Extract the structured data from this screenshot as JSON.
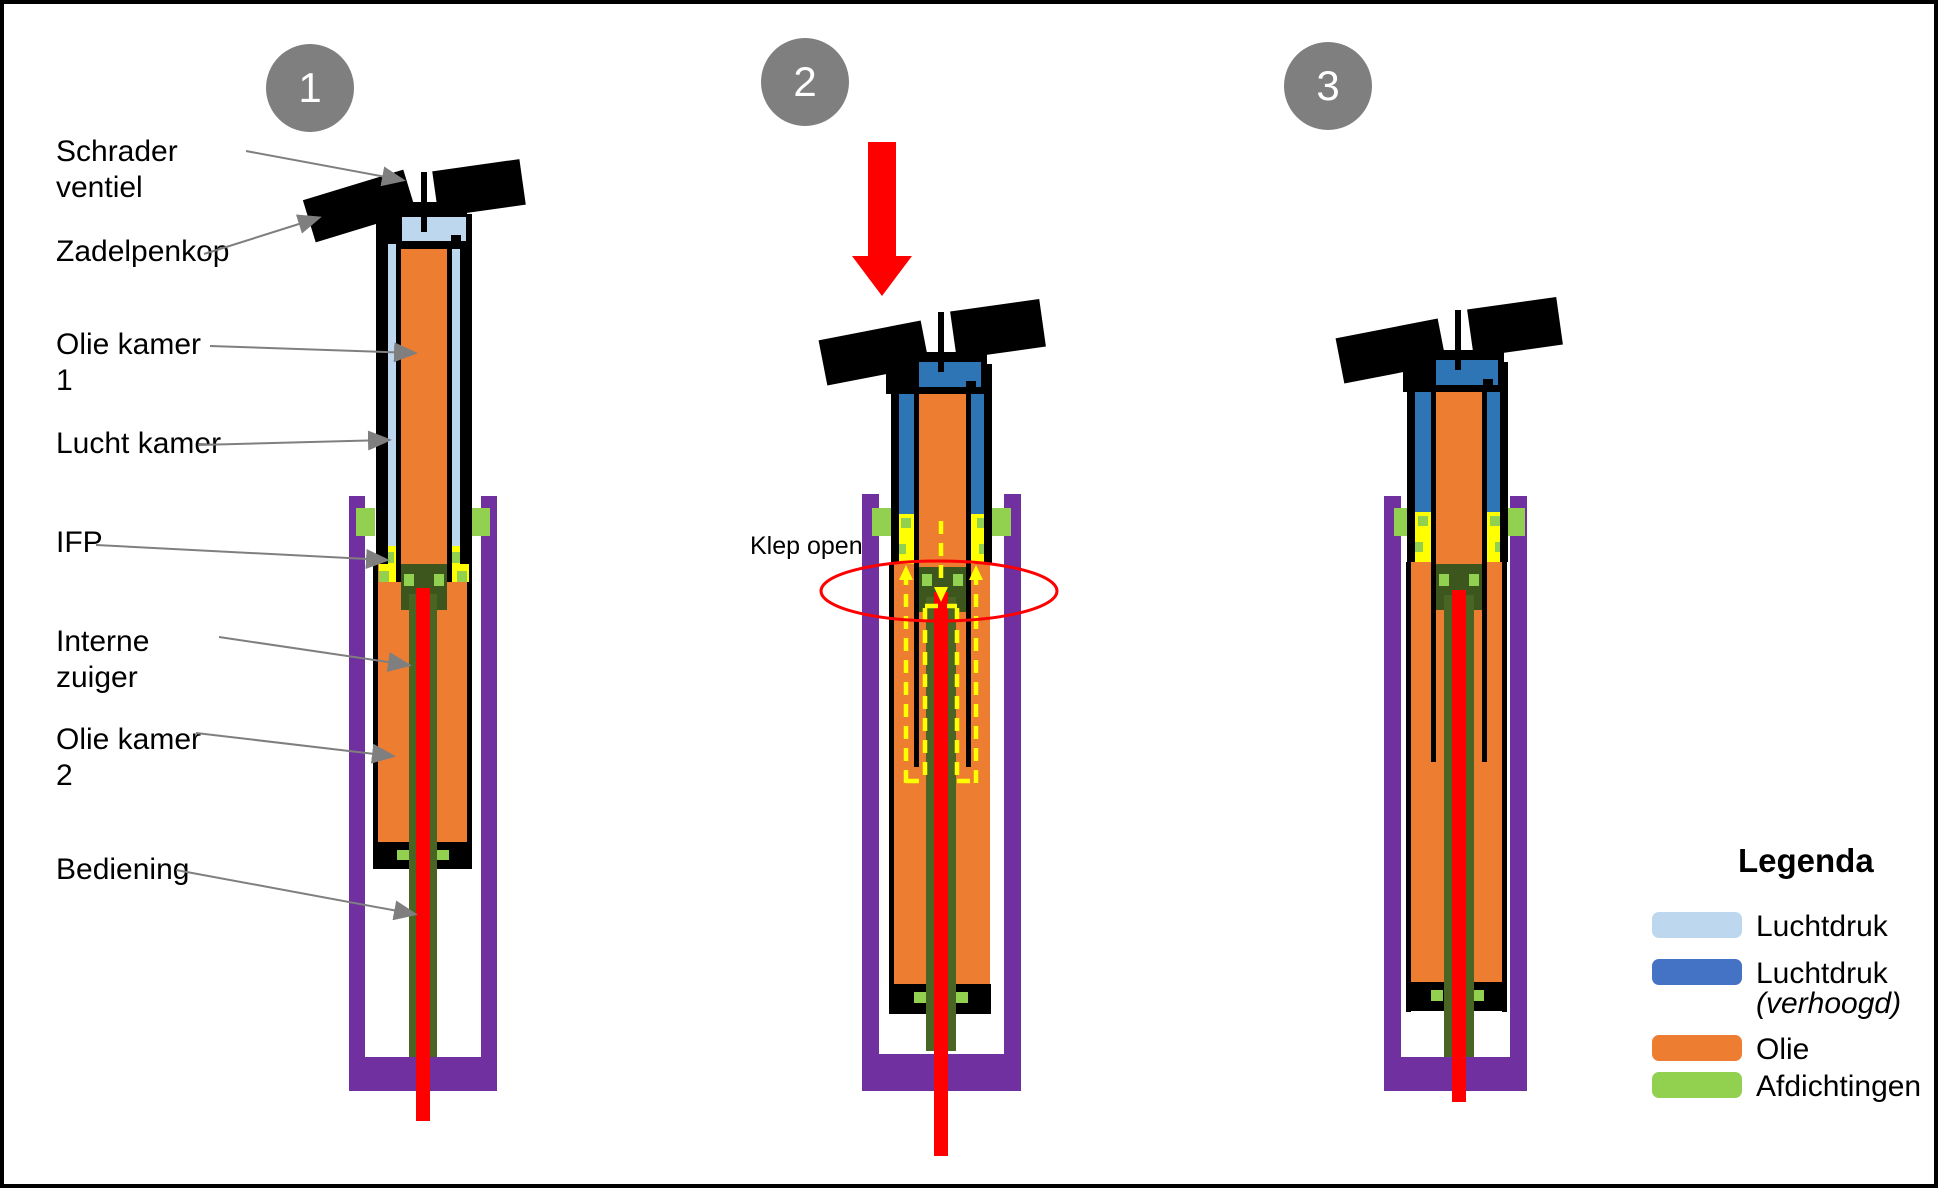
{
  "circles": {
    "c1": "1",
    "c2": "2",
    "c3": "3"
  },
  "labels": {
    "schrader": [
      "Schrader",
      "ventiel"
    ],
    "zadelpenkop": "Zadelpenkop",
    "olie_kamer_1": [
      "Olie kamer",
      "1"
    ],
    "lucht_kamer": "Lucht kamer",
    "ifp": "IFP",
    "interne_zuiger": [
      "Interne",
      "zuiger"
    ],
    "olie_kamer_2": [
      "Olie kamer",
      "2"
    ],
    "bediening": "Bediening",
    "klep_open": "Klep open"
  },
  "legend": {
    "title": "Legenda",
    "items": [
      {
        "label": "Luchtdruk",
        "label2": "",
        "color": "#BDD7EE"
      },
      {
        "label": "Luchtdruk",
        "label2": "(verhoogd)",
        "color": "#4472C4"
      },
      {
        "label": "Olie",
        "label2": "",
        "color": "#ED7D31"
      },
      {
        "label": "Afdichtingen",
        "label2": "",
        "color": "#92D050"
      }
    ]
  },
  "colors": {
    "air": "#BDD7EE",
    "air_pressurized": "#2E75B6",
    "oil": "#ED7D31",
    "seal_green": "#92D050",
    "piston_dark_green": "#3C561E",
    "rod_olive": "#4A6424",
    "outer_tube_purple": "#7030A0",
    "ifp_yellow": "#FFFF00",
    "actuation_red": "#FF0000",
    "annotation_gray": "#7F7F7F",
    "structure_black": "#000000"
  }
}
